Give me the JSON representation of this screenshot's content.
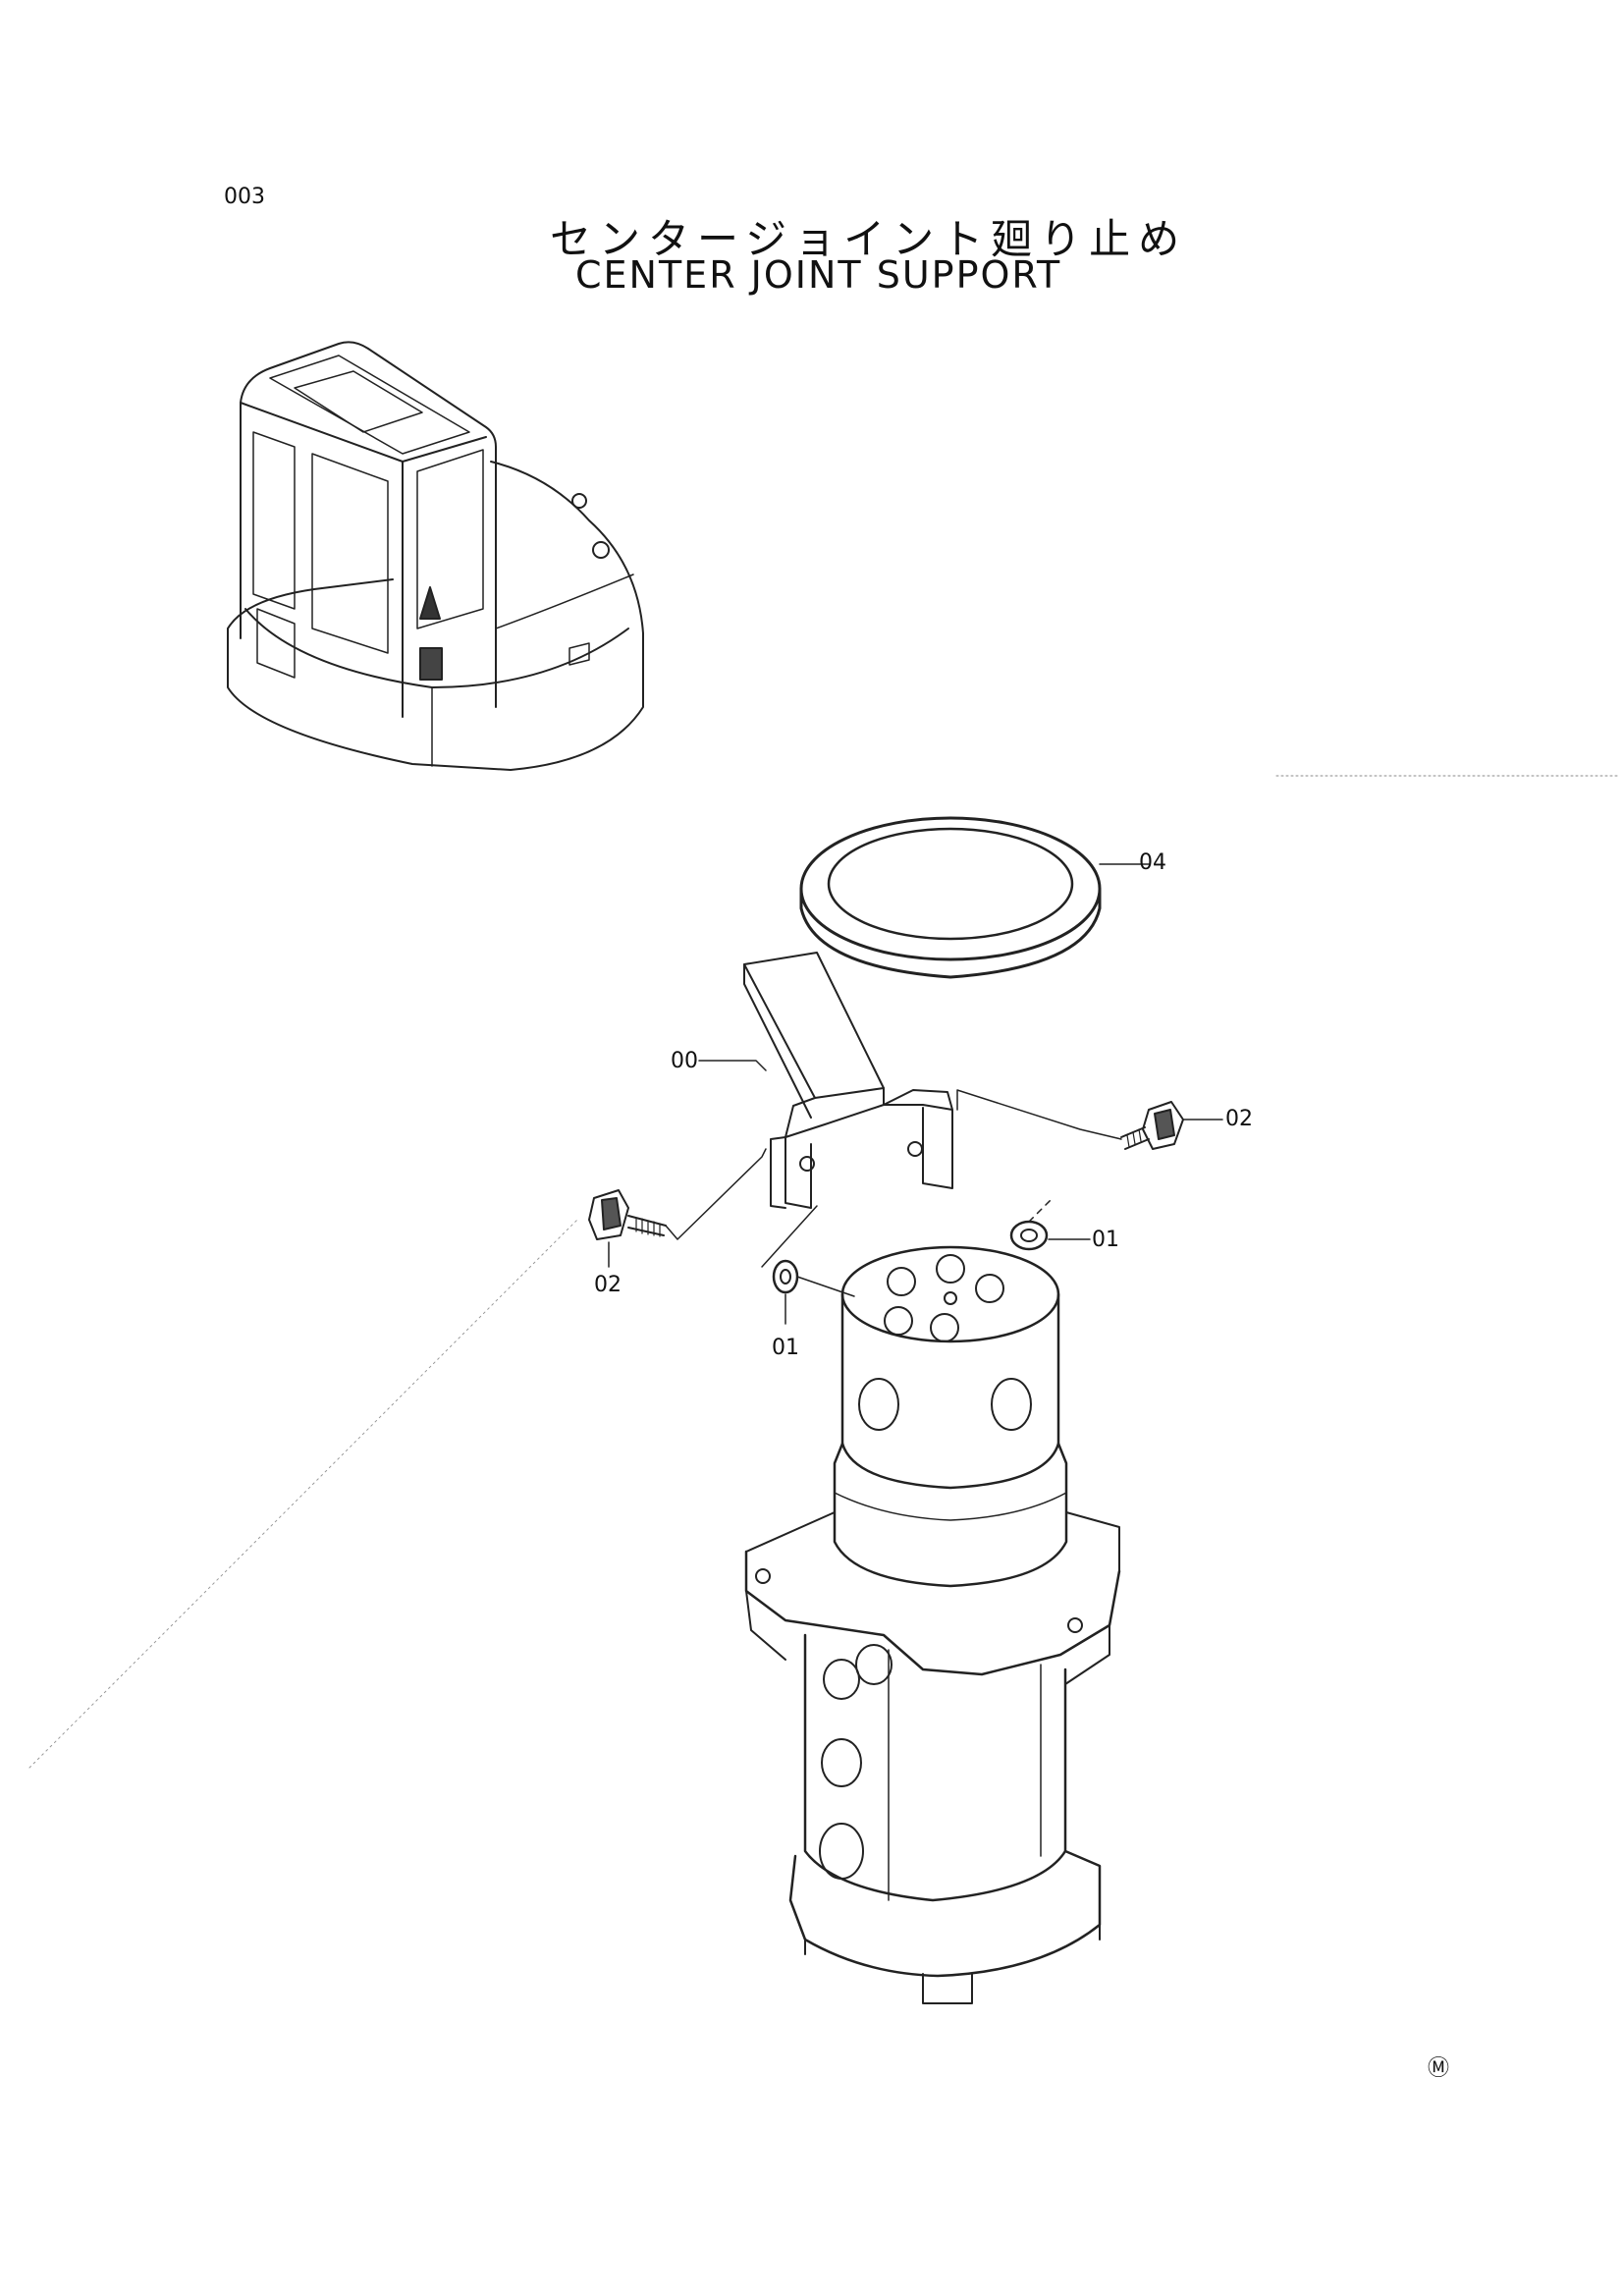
{
  "page_number": "003",
  "title_japanese": "センタージョイント廻り止め",
  "title_english": "CENTER JOINT SUPPORT",
  "callouts": {
    "part_00": "00",
    "part_01_right": "01",
    "part_01_left": "01",
    "part_02_right": "02",
    "part_02_left": "02",
    "part_04": "04"
  },
  "corner_mark": "Ⓜ"
}
